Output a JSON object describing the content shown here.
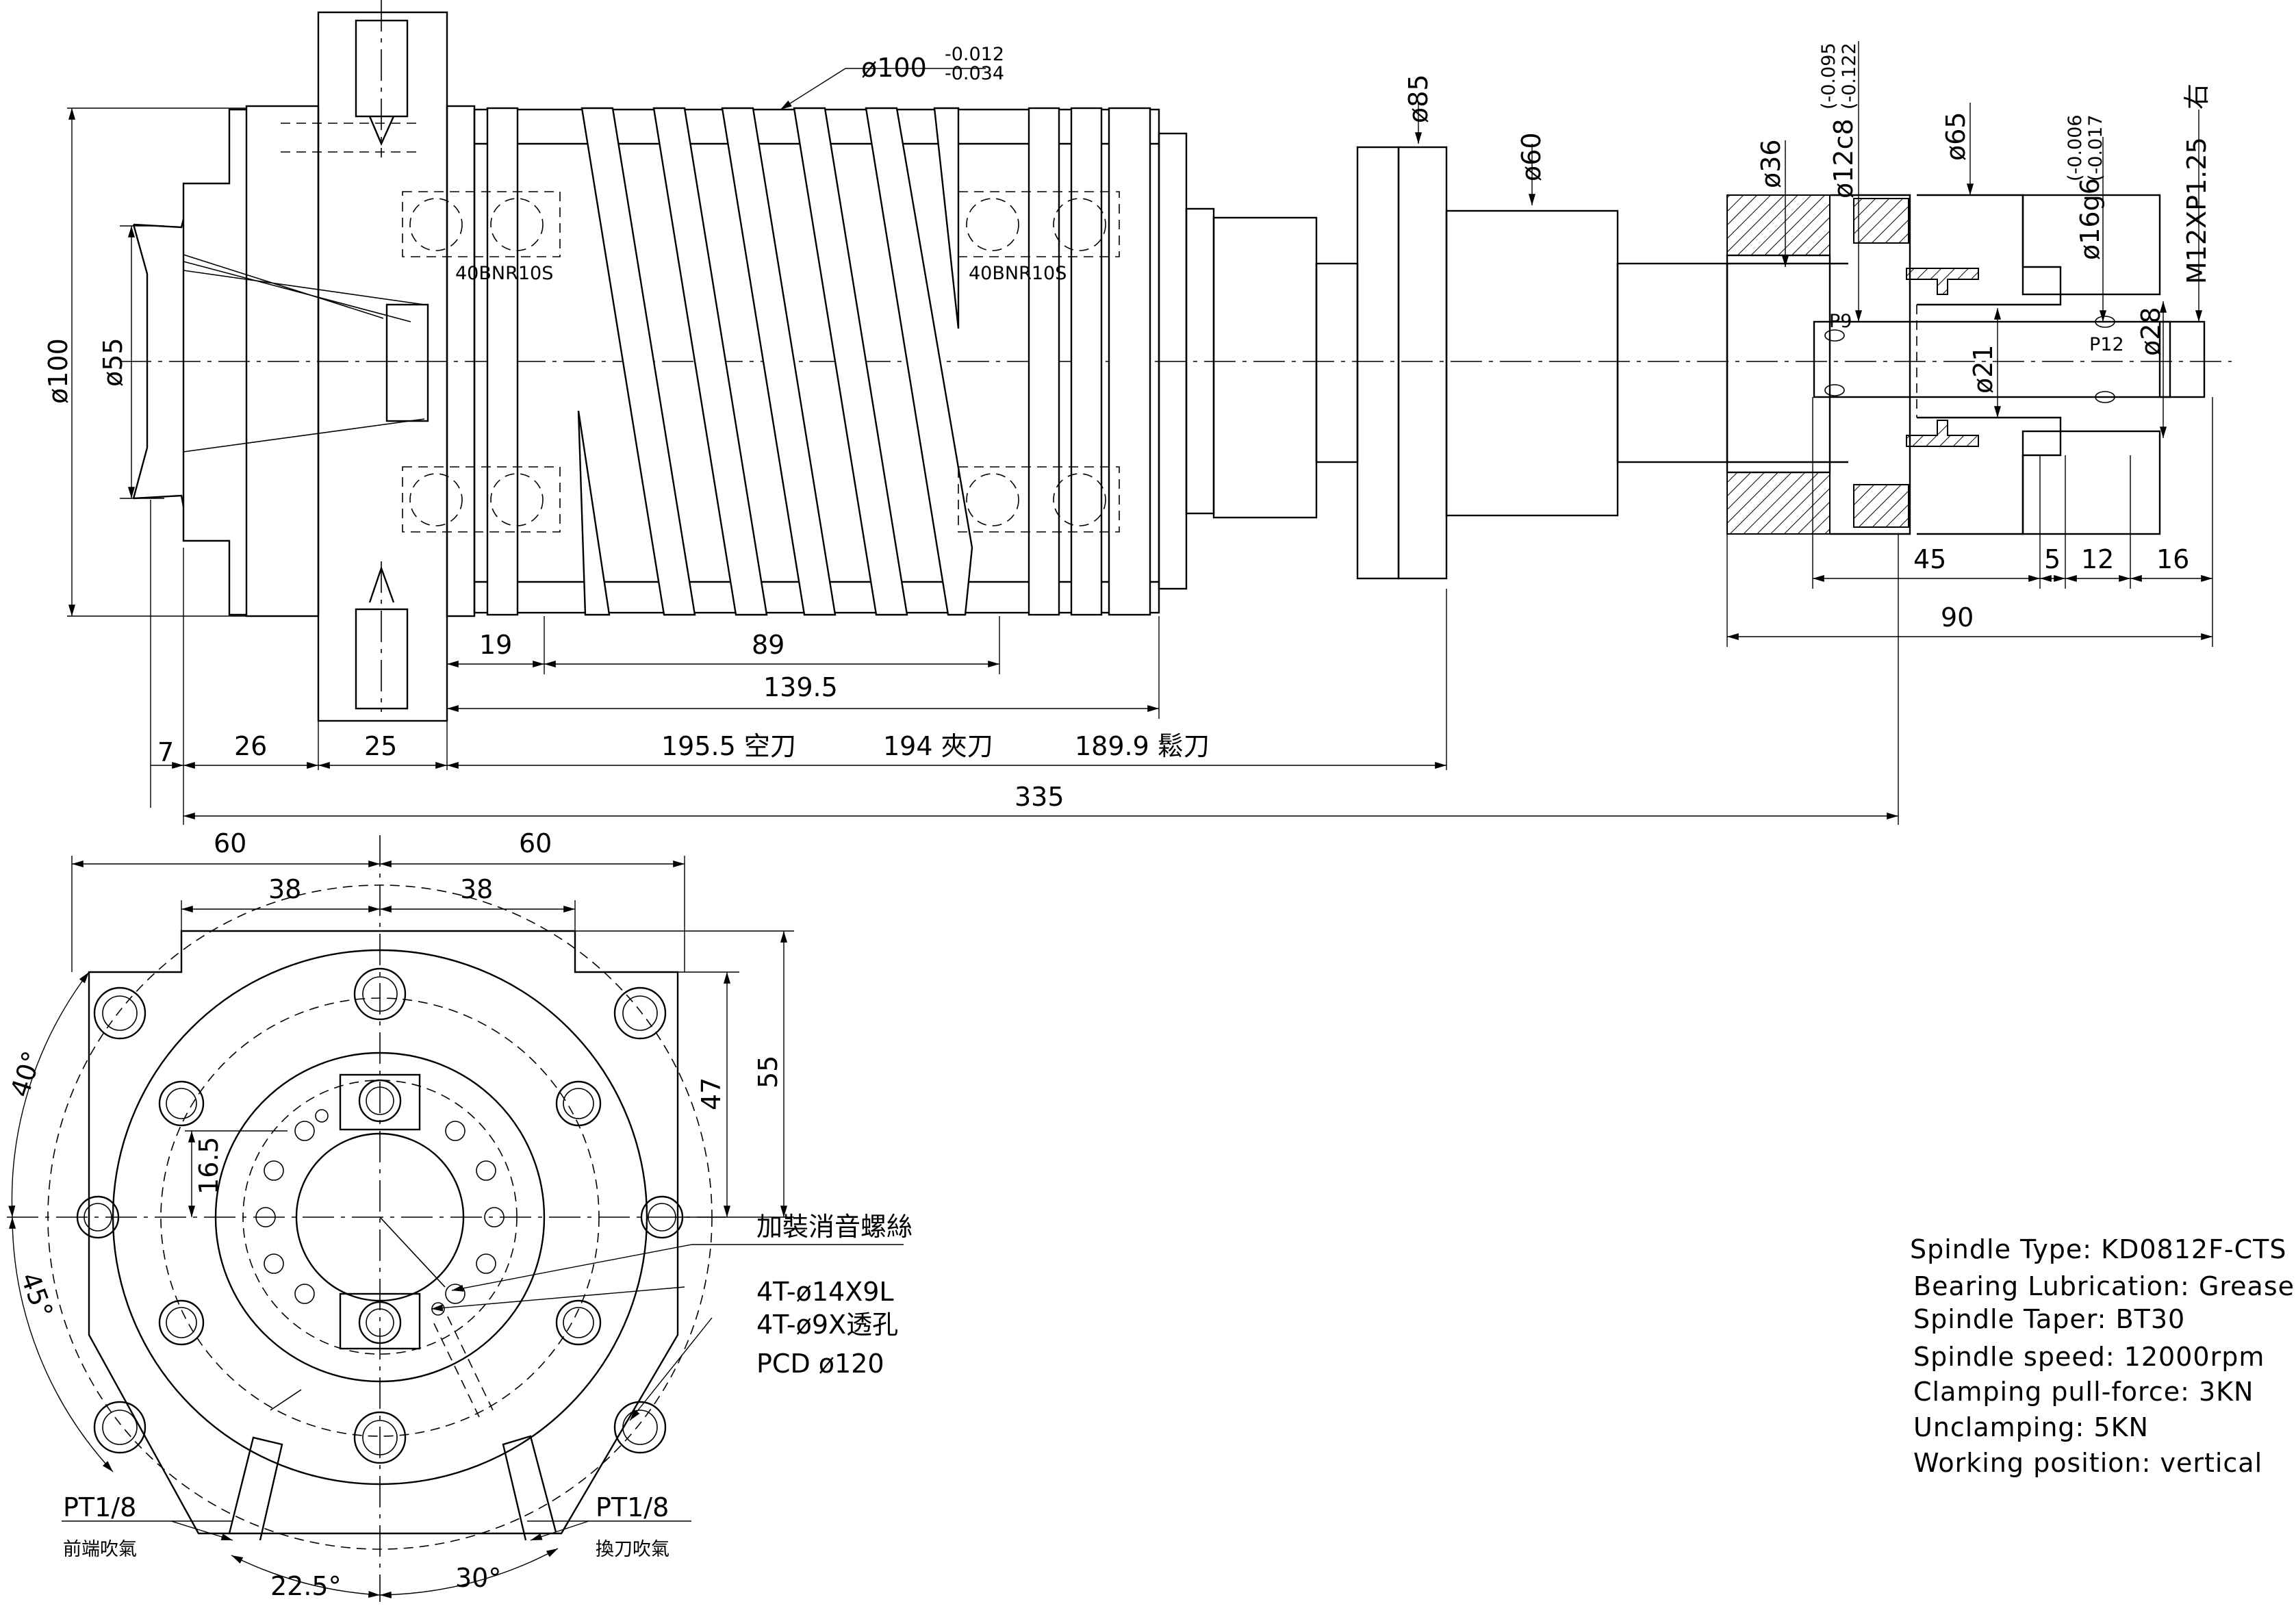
{
  "dims": {
    "side": {
      "d100_tol": "ø100",
      "d100_upper": "-0.012",
      "d100_lower": "-0.034",
      "d85": "ø85",
      "d60": "ø60",
      "d100_left": "ø100",
      "d55": "ø55",
      "bearing_front": "40BNR10S",
      "bearing_rear": "40BNR10S",
      "d36": "ø36",
      "d12c8": "ø12c8",
      "d12_upper": "(-0.095",
      "d12_lower": "(-0.122",
      "d65": "ø65",
      "d16g6": "ø16g6",
      "d16_upper": "(-0.006",
      "d16_lower": "(-0.017",
      "m12": "M12XP1.25",
      "m12_suffix": "右",
      "d28": "ø28",
      "d21": "ø21",
      "p9": "P9",
      "p12": "P12",
      "len_19": "19",
      "len_89": "89",
      "len_139_5": "139.5",
      "len_7": "7",
      "len_26": "26",
      "len_25": "25",
      "len_195_5": "195.5 空刀",
      "len_194": "194 夾刀",
      "len_189_9": "189.9 鬆刀",
      "len_335": "335",
      "len_45": "45",
      "len_5": "5",
      "len_12": "12",
      "len_16": "16",
      "len_90": "90"
    },
    "front": {
      "w60_left": "60",
      "w60_right": "60",
      "w38_left": "38",
      "w38_right": "38",
      "h47": "47",
      "h55": "55",
      "h16_5": "16.5",
      "ang40": "40°",
      "ang45": "45°",
      "ang22_5": "22.5°",
      "ang30": "30°",
      "note_muffler": "加裝消音螺絲",
      "note_holes1": "4T-ø14X9L",
      "note_holes2": "4T-ø9X透孔",
      "note_pcd": "PCD ø120",
      "pt_left": "PT1/8",
      "pt_left_note": "前端吹氣",
      "pt_right": "PT1/8",
      "pt_right_note": "換刀吹氣"
    }
  },
  "specs": [
    "Spindle Type: KD0812F-CTS",
    "Bearing Lubrication: Grease",
    "Spindle Taper: BT30",
    "Spindle speed: 12000rpm",
    "Clamping pull-force: 3KN",
    "Unclamping: 5KN",
    "Working position: vertical"
  ]
}
